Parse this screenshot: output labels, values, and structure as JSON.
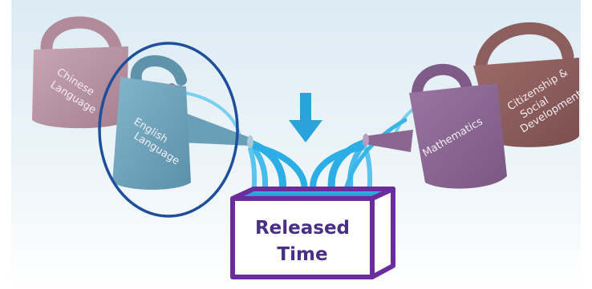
{
  "center": {
    "box_label_line1": "Released",
    "box_label_line2": "Time"
  },
  "cans": [
    {
      "id": "chinese",
      "line1": "Chinese",
      "line2": "Language",
      "color": "#b58e9c"
    },
    {
      "id": "english",
      "line1": "English",
      "line2": "Language",
      "color": "#6a9fb8"
    },
    {
      "id": "mathematics",
      "line1": "Mathematics",
      "line2": "",
      "color": "#8a6691"
    },
    {
      "id": "citizenship",
      "line1": "Citizenship &",
      "line2": "Social",
      "line3": "Development",
      "color": "#8a5a5a"
    }
  ],
  "colors": {
    "background_top": "#e3eef5",
    "background_bottom": "#ffffff",
    "highlight_ring": "#1e4e9c",
    "arrow": "#2aa2dc",
    "water": "#2ab8e8",
    "box_border": "#6b2d9e",
    "box_face": "#ffffff",
    "box_label": "#4a2f86"
  },
  "icons": {
    "arrow": "down-arrow-icon",
    "box": "box-icon"
  }
}
